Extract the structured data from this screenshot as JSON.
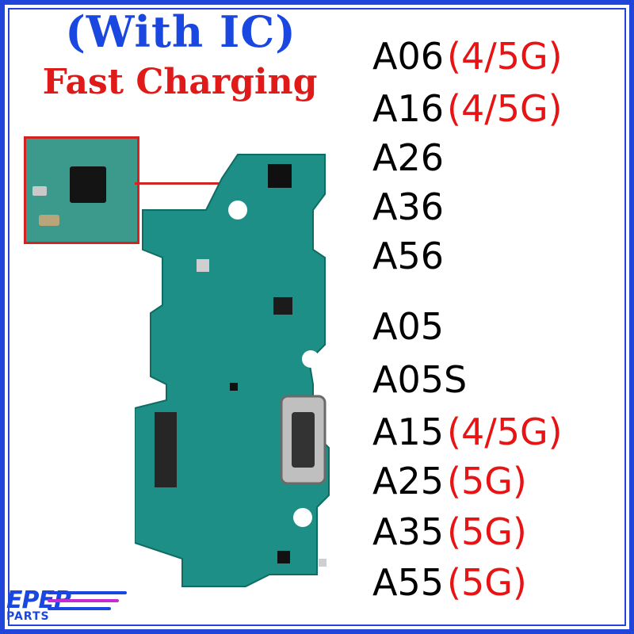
{
  "header": {
    "line1": "(With IC)",
    "line2": "Fast Charging"
  },
  "models": [
    {
      "code": "A06",
      "net": "(4/5G)"
    },
    {
      "code": "A16",
      "net": "(4/5G)"
    },
    {
      "code": "A26",
      "net": ""
    },
    {
      "code": "A36",
      "net": ""
    },
    {
      "code": "A56",
      "net": ""
    },
    {
      "code": "A05",
      "net": ""
    },
    {
      "code": "A05S",
      "net": ""
    },
    {
      "code": "A15",
      "net": "(4/5G)"
    },
    {
      "code": "A25",
      "net": "(5G)"
    },
    {
      "code": "A35",
      "net": "(5G)"
    },
    {
      "code": "A55",
      "net": "(5G)"
    }
  ],
  "logo": {
    "mark": "EPEP",
    "word": "PARTS"
  },
  "colors": {
    "border": "#1f46d8",
    "title_blue": "#1a47e0",
    "accent_red": "#e01919",
    "pcb_green": "#1d8f86"
  }
}
